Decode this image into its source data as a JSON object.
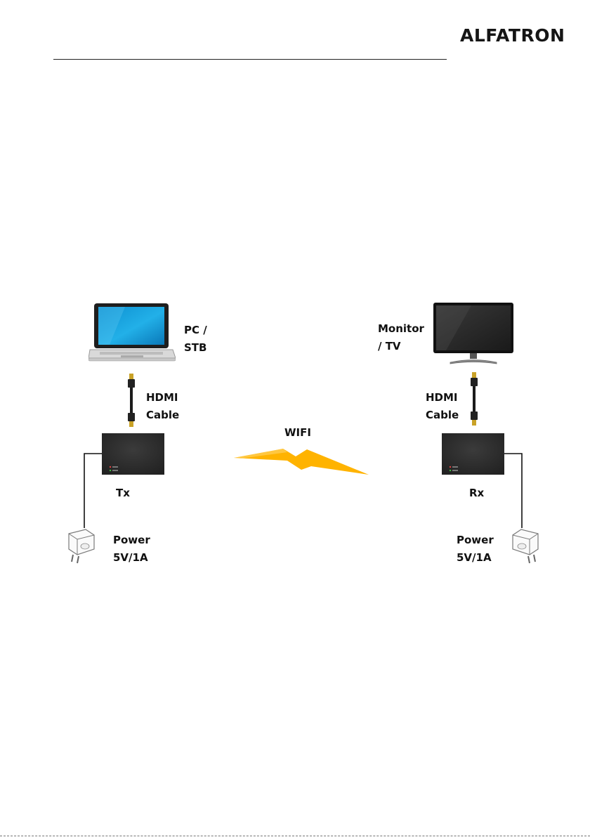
{
  "header": {
    "logo": "ALFATRON"
  },
  "diagram": {
    "source": {
      "line1": "PC /",
      "line2": "STB"
    },
    "sink": {
      "line1": "Monitor",
      "line2": "/ TV"
    },
    "cable_left": {
      "line1": "HDMI",
      "line2": "Cable"
    },
    "cable_right": {
      "line1": "HDMI",
      "line2": "Cable"
    },
    "link": "WIFI",
    "tx": "Tx",
    "rx": "Rx",
    "power_left": {
      "line1": "Power",
      "line2": "5V/1A"
    },
    "power_right": {
      "line1": "Power",
      "line2": "5V/1A"
    },
    "colors": {
      "wifi_bolt": "#FFB300",
      "box": "#2b2b2b",
      "laptop_screen": "#1aa3dd",
      "monitor_screen": "#2a2a2a"
    }
  }
}
